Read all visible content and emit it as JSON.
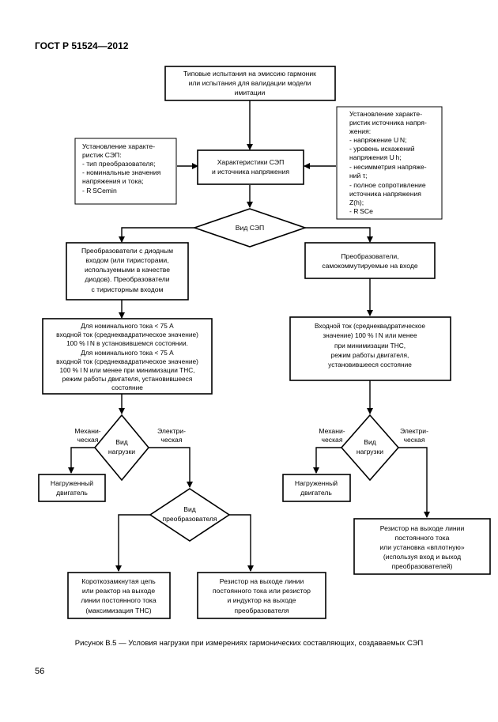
{
  "header": "ГОСТ Р 51524—2012",
  "caption": "Рисунок В.5 — Условия нагрузки при измерениях гармонических составляющих, создаваемых СЭП",
  "page_number": "56",
  "nodes": {
    "top": [
      "Типовые испытания на эмиссию гармоник",
      "или испытания для валидации модели",
      "имитации"
    ],
    "left_note": [
      "Установление характе-",
      "ристик СЭП:",
      "- тип преобразователя;",
      "- номинальные значения",
      "напряжения и тока;",
      "- R SCemin"
    ],
    "right_note": [
      "Установление характе-",
      "ристик источника напря-",
      "жения:",
      "- напряжение U N;",
      "- уровень искажений",
      "напряжения U h;",
      "- несимметрия напряже-",
      "ний τ;",
      "- полное сопротивление",
      "источника напряжения",
      "Z(h);",
      "- R SCe"
    ],
    "characteristics": [
      "Характеристики СЭП",
      "и источника напряжения"
    ],
    "type_decision": [
      "Вид СЭП"
    ],
    "diode_converters": [
      "Преобразователи с диодным",
      "входом (или тиристорами,",
      "используемыми в качестве",
      "диодов). Преобразователи",
      "с тиристорным входом"
    ],
    "self_commutated": [
      "Преобразователи,",
      "самокоммутируемые на входе"
    ],
    "left_current": [
      "Для номинального тока < 75 А",
      "входной ток (среднеквадратическое значение)",
      "100 % I N в установившемся состоянии.",
      "Для номинального тока < 75 А",
      "входной ток (среднеквадратическое значение)",
      "100 % I N или менее при минимизации THC,",
      "режим работы двигателя, установившееся",
      "состояние"
    ],
    "right_current": [
      "Входной ток (среднеквадратическое",
      "значение) 100 % I N или менее",
      "при минимизации THC,",
      "режим работы двигателя,",
      "установившееся состояние"
    ],
    "load_decision_left": [
      "Вид",
      "нагрузки"
    ],
    "load_decision_right": [
      "Вид",
      "нагрузки"
    ],
    "mech_left": [
      "Механи-",
      "ческая"
    ],
    "elec_left": [
      "Электри-",
      "ческая"
    ],
    "mech_right": [
      "Механи-",
      "ческая"
    ],
    "elec_right": [
      "Электри-",
      "ческая"
    ],
    "loaded_motor_left": [
      "Нагруженный",
      "двигатель"
    ],
    "loaded_motor_right": [
      "Нагруженный",
      "двигатель"
    ],
    "converter_decision": [
      "Вид",
      "преобразователя"
    ],
    "short_circuit": [
      "Короткозамкнутая цепь",
      "или реактор на выходе",
      "линии постоянного тока",
      "(максимизация THC)"
    ],
    "resistor_inductor": [
      "Резистор на выходе линии",
      "постоянного тока или резистор",
      "и индуктор на выходе",
      "преобразователя"
    ],
    "resistor_right": [
      "Резистор на выходе линии",
      "постоянного тока",
      "или установка «вплотную»",
      "(используя вход и выход",
      "преобразователей)"
    ]
  }
}
